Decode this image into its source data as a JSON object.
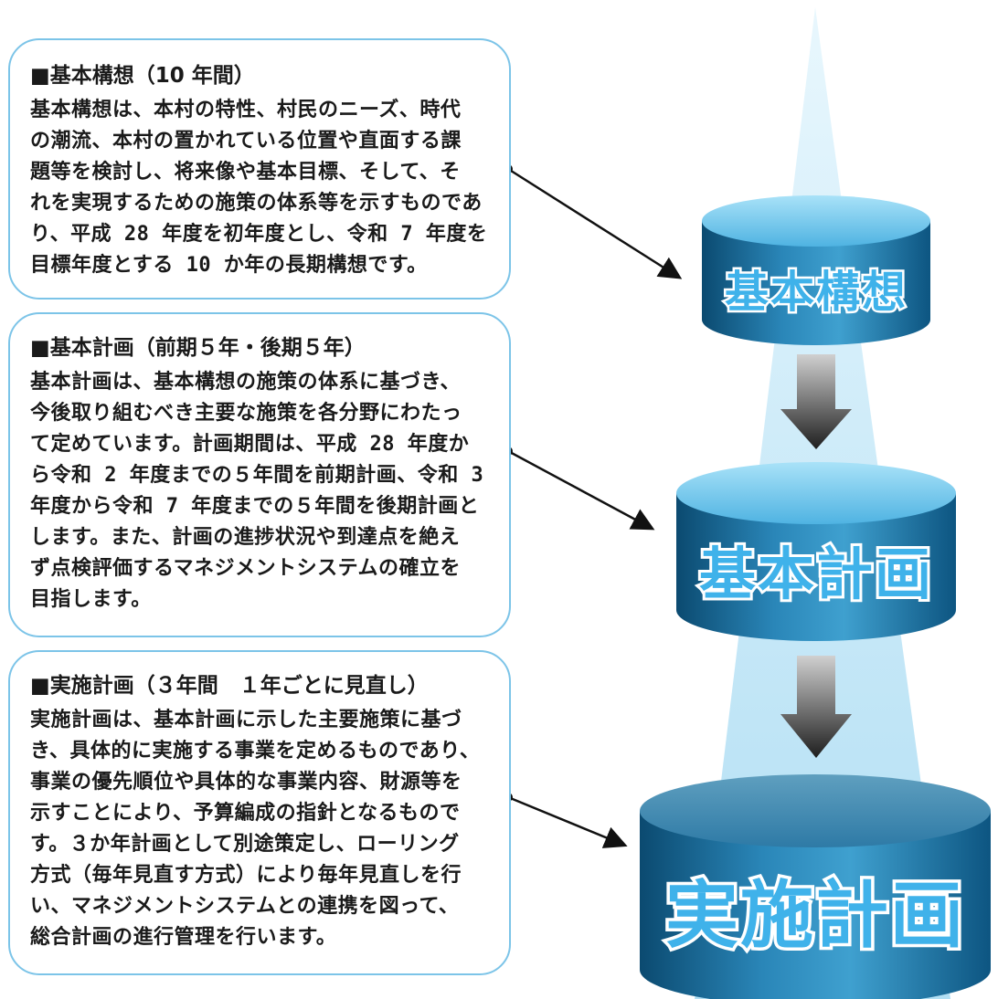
{
  "sections": [
    {
      "id": "kihon-koso",
      "heading": "■基本構想（10 年間）",
      "body_lines": [
        "基本構想は、本村の特性、村民のニーズ、時代",
        "の潮流、本村の置かれている位置や直面する課",
        "題等を検討し、将来像や基本目標、そして、そ",
        "れを実現するための施策の体系等を示すものであ",
        "り、平成 28 年度を初年度とし、令和 7 年度を",
        "目標年度とする 10 か年の長期構想です。"
      ],
      "tier_label": "基本構想"
    },
    {
      "id": "kihon-keikaku",
      "heading": "■基本計画（前期５年・後期５年）",
      "body_lines": [
        "基本計画は、基本構想の施策の体系に基づき、",
        "今後取り組むべき主要な施策を各分野にわたっ",
        "て定めています。計画期間は、平成 28 年度か",
        "ら令和 2 年度までの５年間を前期計画、令和 3",
        "年度から令和 7 年度までの５年間を後期計画と",
        "します。また、計画の進捗状況や到達点を絶え",
        "ず点検評価するマネジメントシステムの確立を",
        "目指します。"
      ],
      "tier_label": "基本計画"
    },
    {
      "id": "jisshi-keikaku",
      "heading": "■実施計画（３年間　１年ごとに見直し）",
      "body_lines": [
        "実施計画は、基本計画に示した主要施策に基づ",
        "き、具体的に実施する事業を定めるものであり、",
        "事業の優先順位や具体的な事業内容、財源等を",
        "示すことにより、予算編成の指針となるもので",
        "す。３か年計画として別途策定し、ローリング",
        "方式（毎年見直す方式）により毎年見直しを行",
        "い、マネジメントシステムとの連携を図って、",
        "総合計画の進行管理を行います。"
      ],
      "tier_label": "実施計画"
    }
  ],
  "colors": {
    "box_border": "#7cc4e8",
    "cylinder_light": "#7fd0f2",
    "cylinder_mid": "#2a86b8",
    "cylinder_dark": "#0b4a70",
    "label_fill": "#3fb2ea",
    "label_outline": "#ffffff",
    "arrow_dark": "#2f2f2f",
    "beam": "#bfe6f8",
    "text": "#1a1a1a"
  },
  "icons": [
    "down-arrow-icon",
    "connector-arrow-icon",
    "connector-dot-icon"
  ]
}
